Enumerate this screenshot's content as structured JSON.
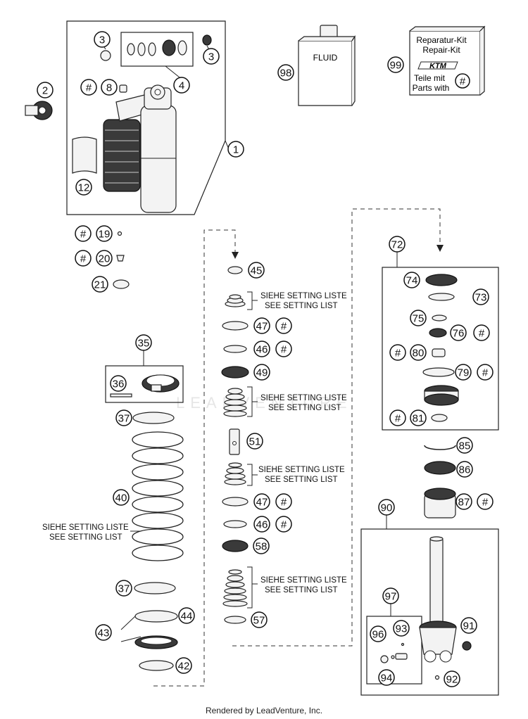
{
  "callouts": [
    {
      "id": "c1",
      "label": "1"
    },
    {
      "id": "c2",
      "label": "2"
    },
    {
      "id": "c3a",
      "label": "3"
    },
    {
      "id": "c3b",
      "label": "3"
    },
    {
      "id": "c4",
      "label": "4"
    },
    {
      "id": "c8",
      "label": "8"
    },
    {
      "id": "c12",
      "label": "12"
    },
    {
      "id": "c19",
      "label": "19"
    },
    {
      "id": "c20",
      "label": "20"
    },
    {
      "id": "c21",
      "label": "21"
    },
    {
      "id": "c35",
      "label": "35"
    },
    {
      "id": "c36",
      "label": "36"
    },
    {
      "id": "c37a",
      "label": "37"
    },
    {
      "id": "c37b",
      "label": "37"
    },
    {
      "id": "c40",
      "label": "40"
    },
    {
      "id": "c42",
      "label": "42"
    },
    {
      "id": "c43",
      "label": "43"
    },
    {
      "id": "c44",
      "label": "44"
    },
    {
      "id": "c45",
      "label": "45"
    },
    {
      "id": "c46a",
      "label": "46"
    },
    {
      "id": "c46b",
      "label": "46"
    },
    {
      "id": "c47a",
      "label": "47"
    },
    {
      "id": "c47b",
      "label": "47"
    },
    {
      "id": "c49",
      "label": "49"
    },
    {
      "id": "c51",
      "label": "51"
    },
    {
      "id": "c57",
      "label": "57"
    },
    {
      "id": "c58",
      "label": "58"
    },
    {
      "id": "c72",
      "label": "72"
    },
    {
      "id": "c73",
      "label": "73"
    },
    {
      "id": "c74",
      "label": "74"
    },
    {
      "id": "c75",
      "label": "75"
    },
    {
      "id": "c76",
      "label": "76"
    },
    {
      "id": "c79",
      "label": "79"
    },
    {
      "id": "c80",
      "label": "80"
    },
    {
      "id": "c81",
      "label": "81"
    },
    {
      "id": "c85",
      "label": "85"
    },
    {
      "id": "c86",
      "label": "86"
    },
    {
      "id": "c87",
      "label": "87"
    },
    {
      "id": "c90",
      "label": "90"
    },
    {
      "id": "c91",
      "label": "91"
    },
    {
      "id": "c92",
      "label": "92"
    },
    {
      "id": "c93",
      "label": "93"
    },
    {
      "id": "c94",
      "label": "94"
    },
    {
      "id": "c96",
      "label": "96"
    },
    {
      "id": "c97",
      "label": "97"
    },
    {
      "id": "c98",
      "label": "98"
    },
    {
      "id": "c99",
      "label": "99"
    },
    {
      "id": "h8",
      "label": "#"
    },
    {
      "id": "h19",
      "label": "#"
    },
    {
      "id": "h20",
      "label": "#"
    },
    {
      "id": "h47a",
      "label": "#"
    },
    {
      "id": "h46a",
      "label": "#"
    },
    {
      "id": "h47b",
      "label": "#"
    },
    {
      "id": "h46b",
      "label": "#"
    },
    {
      "id": "h76",
      "label": "#"
    },
    {
      "id": "h80",
      "label": "#"
    },
    {
      "id": "h79",
      "label": "#"
    },
    {
      "id": "h81",
      "label": "#"
    },
    {
      "id": "h87",
      "label": "#"
    },
    {
      "id": "h99",
      "label": "#"
    }
  ],
  "notes": {
    "setting_de": "SIEHE SETTING LISTE",
    "setting_en": "SEE SETTING LIST"
  },
  "fluid_label": "FLUID",
  "repair_kit": {
    "line1": "Reparatur-Kit",
    "line2": "Repair-Kit",
    "brand": "KTM",
    "line3": "Teile mit",
    "line4": "Parts with"
  },
  "watermark": "LEADVENTURE",
  "footer": "Rendered by LeadVenture, Inc."
}
